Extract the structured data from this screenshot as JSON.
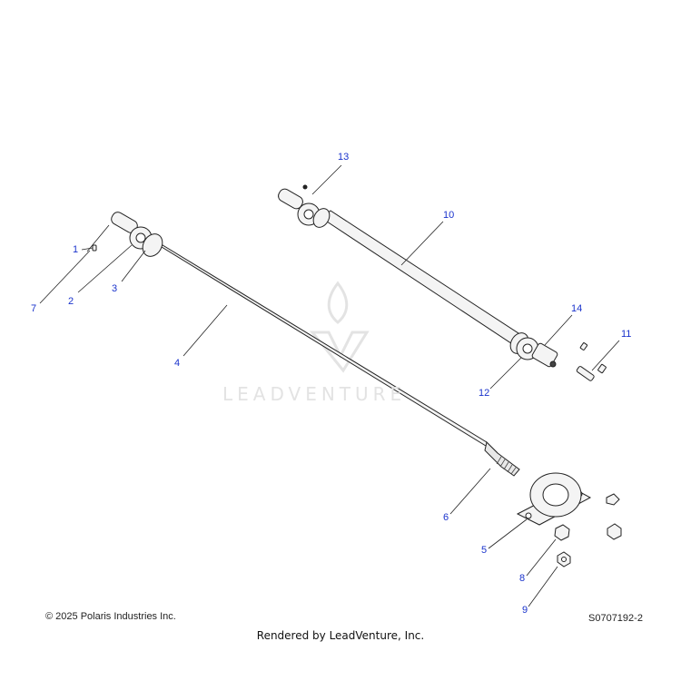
{
  "watermark": {
    "brand": "LEADVENTURE"
  },
  "callouts": {
    "c1": "1",
    "c2": "2",
    "c3": "3",
    "c4": "4",
    "c5": "5",
    "c6": "6",
    "c7": "7",
    "c8": "8",
    "c9": "9",
    "c10": "10",
    "c11": "11",
    "c12": "12",
    "c13": "13",
    "c14": "14"
  },
  "footer": {
    "copyright": "© 2025 Polaris Industries Inc.",
    "diagram_id": "S0707192-2",
    "rendered_by": "Rendered by LeadVenture, Inc."
  },
  "colors": {
    "callout": "#1a33cc",
    "line": "#222222",
    "part_fill": "#f4f4f4"
  }
}
